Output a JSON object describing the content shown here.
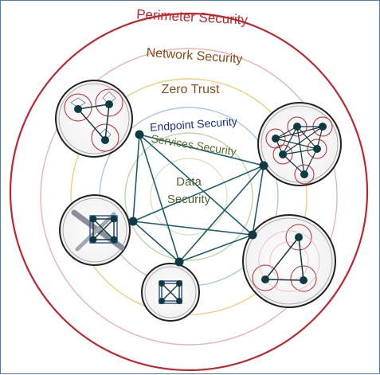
{
  "labels": {
    "perimeter": "Perimeter Security",
    "network": "Network Security",
    "zero_trust": "Zero Trust",
    "endpoint": "Endpoint Security",
    "services": "Services Security",
    "data_line1": "Data",
    "data_line2": "Security"
  },
  "colors": {
    "frame": "#4a78c2",
    "perimeter": "#c0262e",
    "network": "#8a4b16",
    "zero_trust": "#8a4b16",
    "endpoint": "#1d2d8c",
    "services": "#556b2f",
    "data": "#4f6228",
    "link": "#1f5f6b",
    "node": "#0f3a40"
  }
}
